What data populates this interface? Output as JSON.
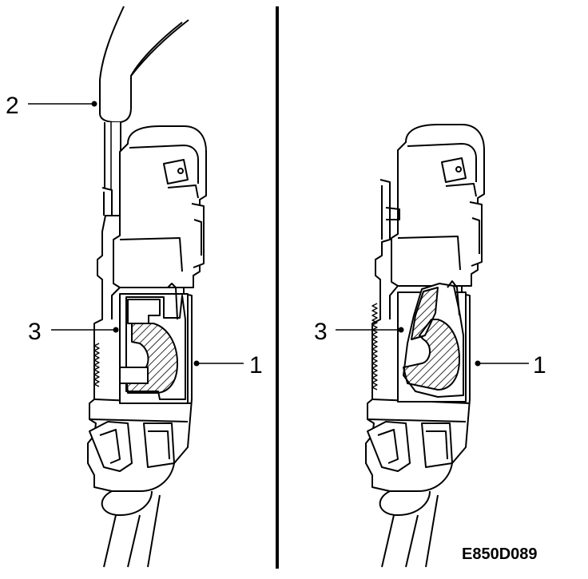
{
  "figure": {
    "code": "E850D089",
    "panels": [
      {
        "id": "left",
        "callouts": [
          {
            "label": "2",
            "target": "screwdriver-tip"
          },
          {
            "label": "3",
            "target": "latch"
          },
          {
            "label": "1",
            "target": "connector-housing"
          }
        ]
      },
      {
        "id": "right",
        "callouts": [
          {
            "label": "3",
            "target": "latch"
          },
          {
            "label": "1",
            "target": "connector-housing"
          }
        ]
      }
    ]
  },
  "colors": {
    "line": "#000000",
    "fill": "#ffffff"
  }
}
